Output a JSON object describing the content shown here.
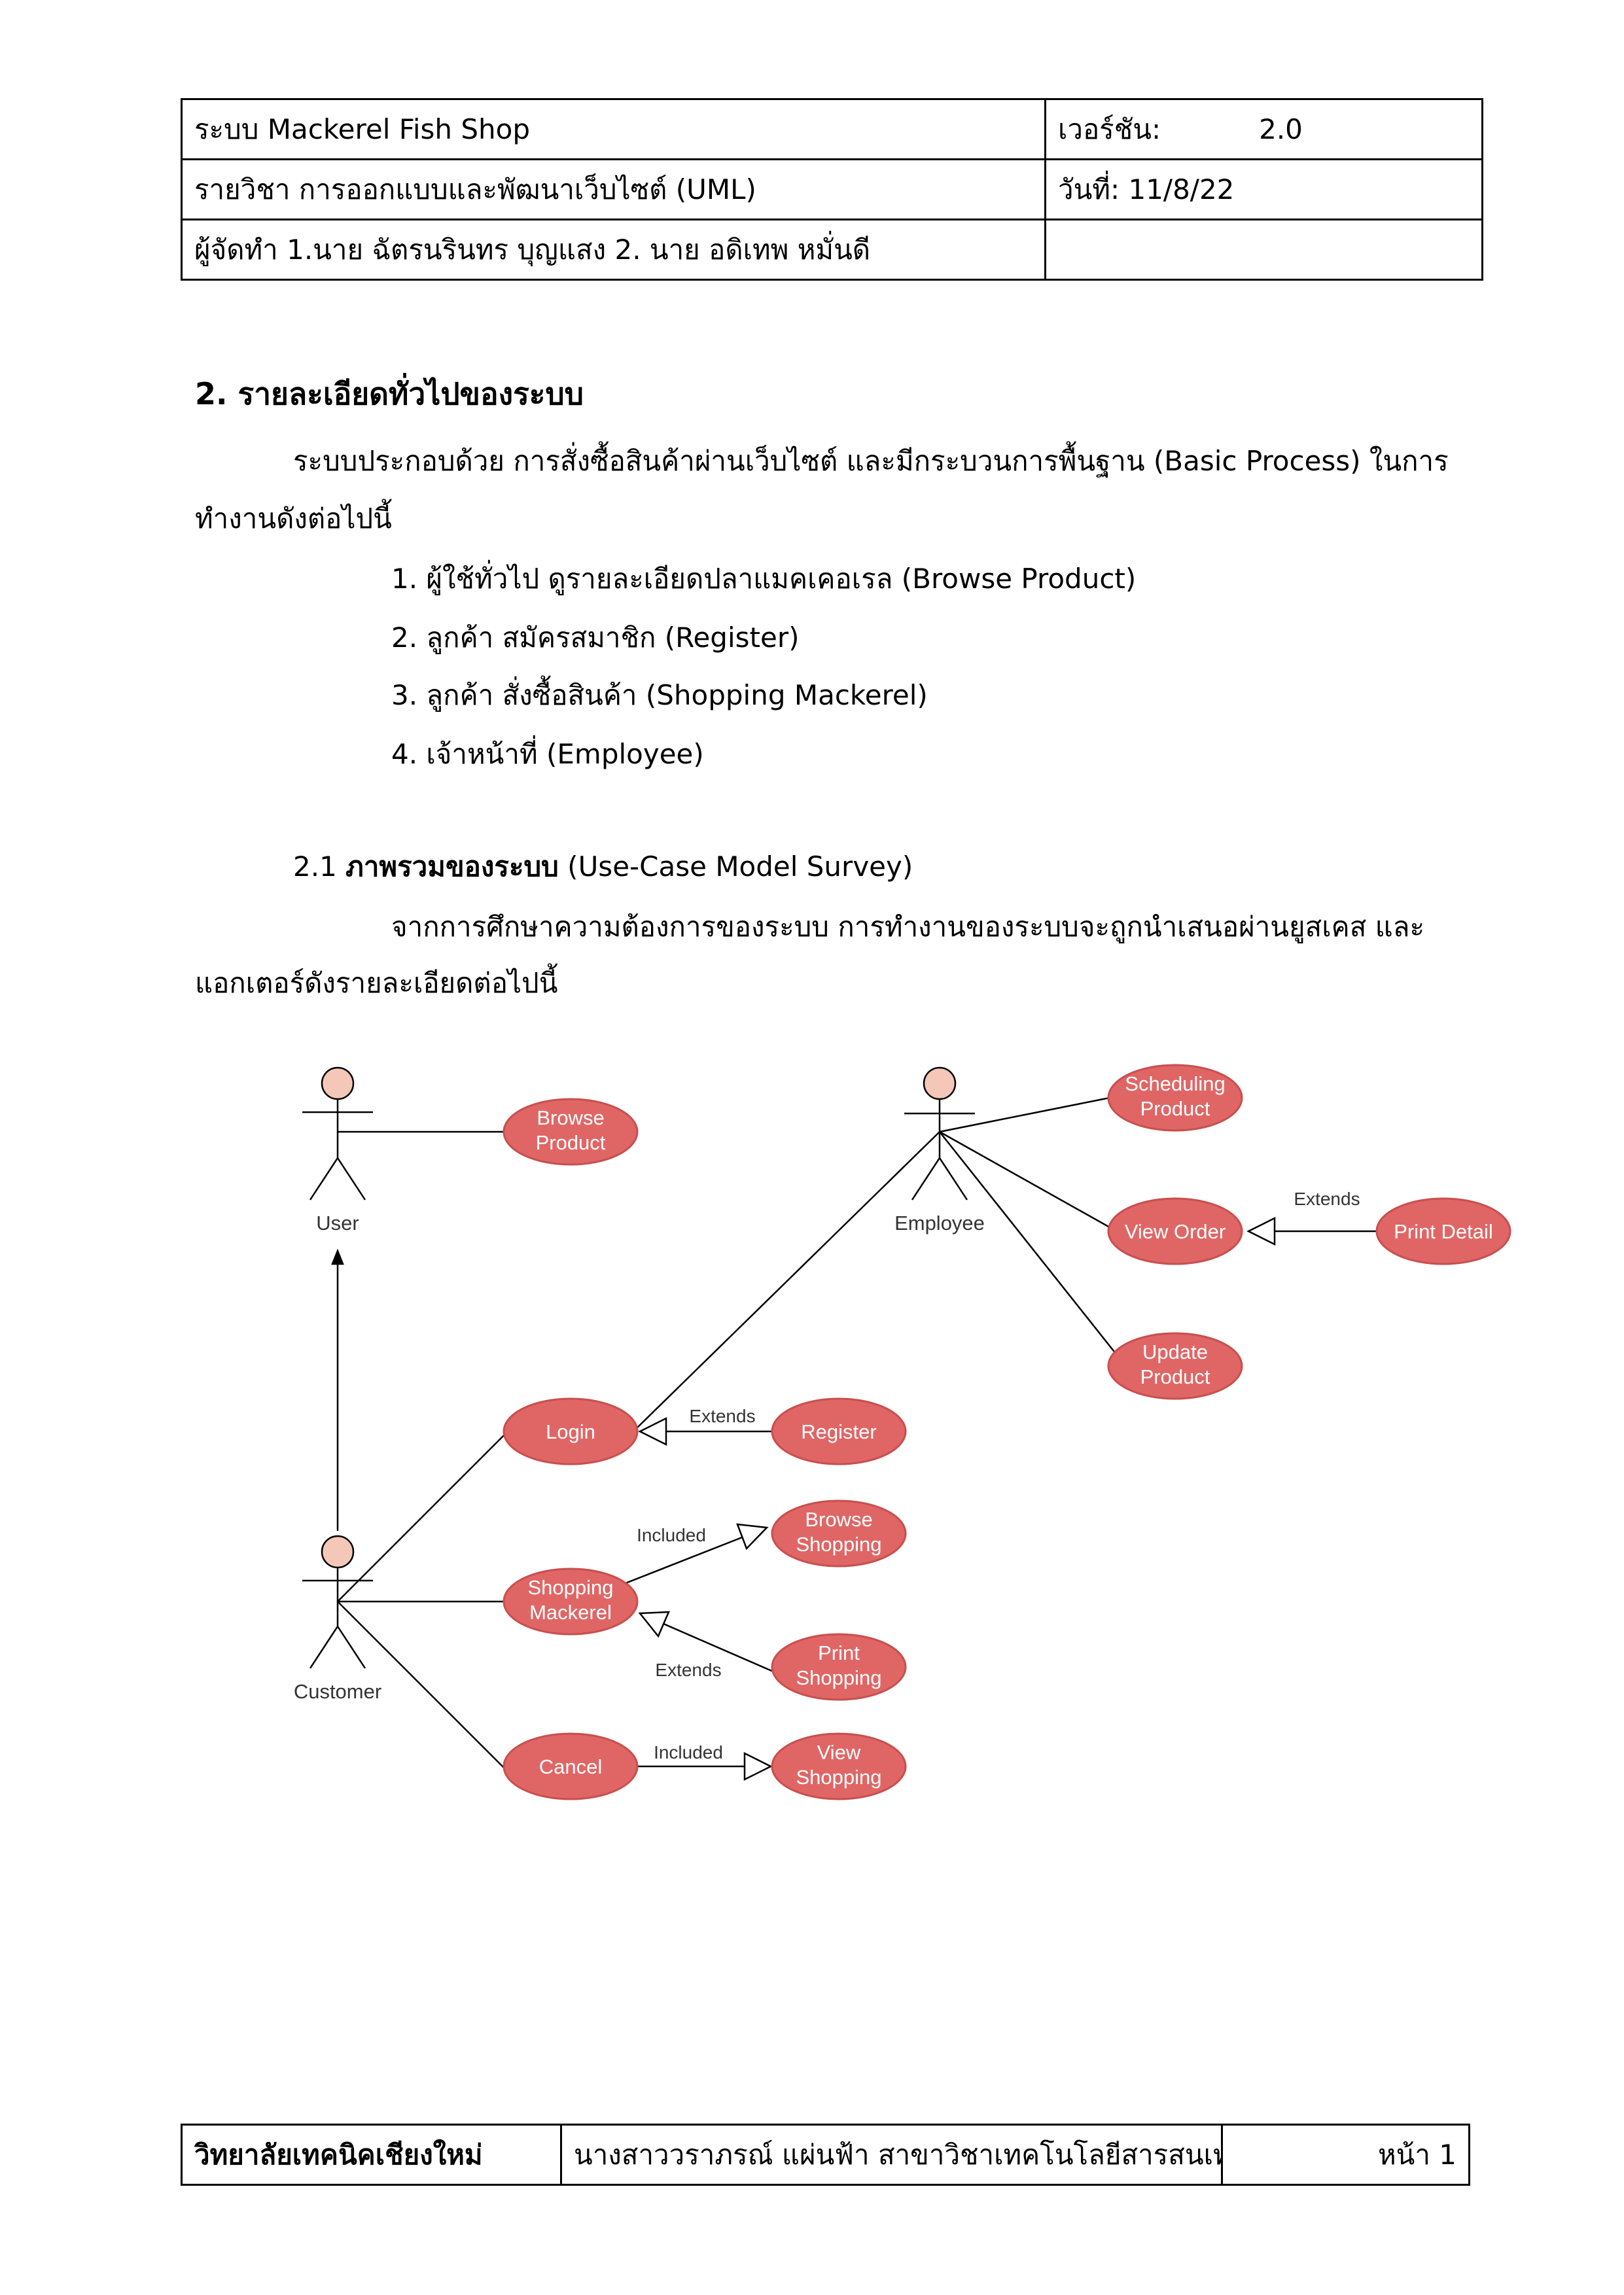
{
  "header": {
    "system": "ระบบ  Mackerel Fish Shop",
    "version_label": "เวอร์ชัน:",
    "version_value": "2.0",
    "course": "รายวิชา การออกแบบและพัฒนาเว็บไซต์ (UML)",
    "date": "วันที่:  11/8/22",
    "authors": "ผู้จัดทำ 1.นาย ฉัตรนรินทร บุญแสง   2. นาย อดิเทพ หมั่นดี"
  },
  "section": {
    "title": "2. รายละเอียดทั่วไปของระบบ",
    "intro_line1": "ระบบประกอบด้วย การสั่งซื้อสินค้าผ่านเว็บไซต์ และมีกระบวนการพื้นฐาน (Basic Process) ในการ",
    "intro_line2": "ทำงานดังต่อไปนี้",
    "items": [
      "1. ผู้ใช้ทั่วไป ดูรายละเอียดปลาแมคเคอเรล (Browse Product)",
      "2. ลูกค้า สมัครสมาชิก (Register)",
      "3. ลูกค้า สั่งซื้อสินค้า (Shopping Mackerel)",
      "4. เจ้าหน้าที่ (Employee)"
    ],
    "sub_number": "2.1 ",
    "sub_bold": "ภาพรวมของระบบ",
    "sub_rest": " (Use-Case Model Survey)",
    "para_line1": "จากการศึกษาความต้องการของระบบ การทำงานของระบบจะถูกนำเสนอผ่านยูสเคส และ",
    "para_line2": "แอกเตอร์ดังรายละเอียดต่อไปนี้"
  },
  "diagram": {
    "actors": {
      "user": "User",
      "customer": "Customer",
      "employee": "Employee"
    },
    "use_cases": {
      "browse_product": [
        "Browse",
        "Product"
      ],
      "scheduling_product": [
        "Scheduling",
        "Product"
      ],
      "view_order": [
        "View Order"
      ],
      "print_detail": [
        "Print Detail"
      ],
      "update_product": [
        "Update",
        "Product"
      ],
      "login": [
        "Login"
      ],
      "register": [
        "Register"
      ],
      "browse_shopping": [
        "Browse",
        "Shopping"
      ],
      "shopping_mackerel": [
        "Shopping",
        "Mackerel"
      ],
      "print_shopping": [
        "Print",
        "Shopping"
      ],
      "cancel": [
        "Cancel"
      ],
      "view_shopping": [
        "View",
        "Shopping"
      ]
    },
    "relations": {
      "extends_print_detail": "Extends",
      "extends_register": "Extends",
      "included_browse_shopping": "Included",
      "extends_print_shopping": "Extends",
      "included_view_shopping": "Included"
    },
    "colors": {
      "usecase_fill": "#e06666",
      "usecase_stroke": "#c94f4f",
      "actor_head_fill": "#f4c7b8",
      "line": "#000000"
    }
  },
  "footer": {
    "college": "วิทยาลัยเทคนิคเชียงใหม่",
    "teacher": "นางสาววราภรณ์ แผ่นฟ้า สาขาวิชาเทคโนโลยีสารสนเทศ",
    "page": "หน้า 1"
  }
}
